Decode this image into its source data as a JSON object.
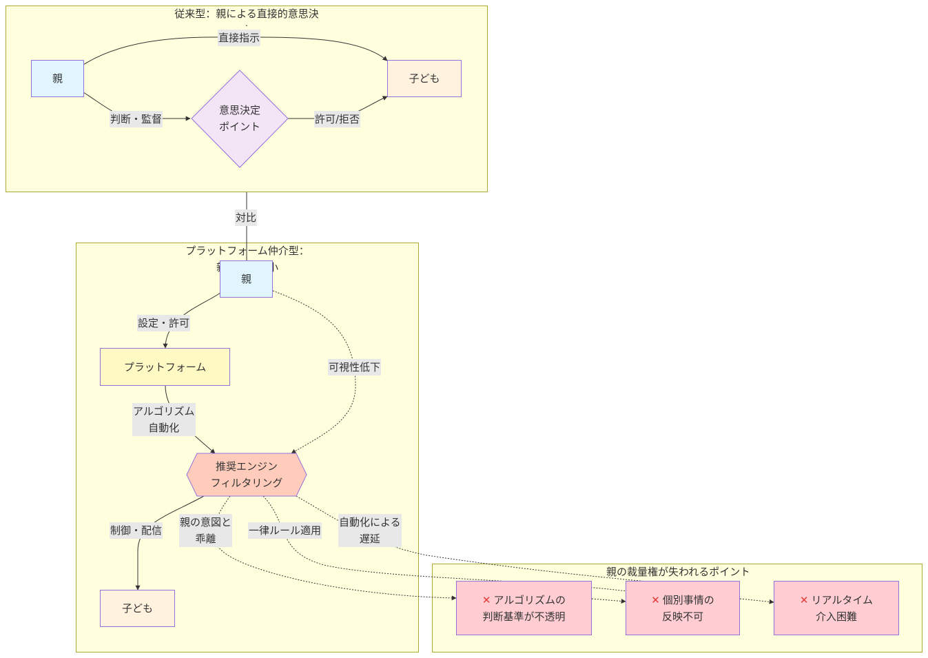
{
  "traditional": {
    "title": "従来型：親による直接的意思決定",
    "parent": "親",
    "child": "子ども",
    "decision_line1": "意思決定",
    "decision_line2": "ポイント",
    "edge_direct": "直接指示",
    "edge_judge": "判断・監督",
    "edge_allow": "許可/拒否"
  },
  "contrast_label": "対比",
  "platform_type": {
    "title_line1": "プラットフォーム仲介型：",
    "title_line2": "親の役割縮小",
    "parent": "親",
    "platform": "プラットフォーム",
    "engine_line1": "推奨エンジン",
    "engine_line2": "フィルタリング",
    "child": "子ども",
    "edge_setting": "設定・許可",
    "edge_algo_line1": "アルゴリズム",
    "edge_algo_line2": "自動化",
    "edge_visibility": "可視性低下",
    "edge_control": "制御・配信",
    "edge_gap_line1": "親の意図と",
    "edge_gap_line2": "乖離",
    "edge_uniform": "一律ルール適用",
    "edge_delay_line1": "自動化による",
    "edge_delay_line2": "遅延"
  },
  "loss_points": {
    "title": "親の裁量権が失われるポイント",
    "icon": "cross-mark-icon",
    "items": [
      {
        "line1": "アルゴリズムの",
        "line2": "判断基準が不透明"
      },
      {
        "line1": "個別事情の",
        "line2": "反映不可"
      },
      {
        "line1": "リアルタイム",
        "line2": "介入困難"
      }
    ]
  },
  "colors": {
    "cluster_bg": "#ffffde",
    "cluster_border": "#aaaa33",
    "parent_fill": "#e1f5fe",
    "child_fill": "#fff3e0",
    "platform_fill": "#fff9c4",
    "engine_fill": "#ffccbc",
    "decision_fill": "#f3e5f5",
    "loss_fill": "#ffcdd2",
    "node_border": "#9370db"
  }
}
